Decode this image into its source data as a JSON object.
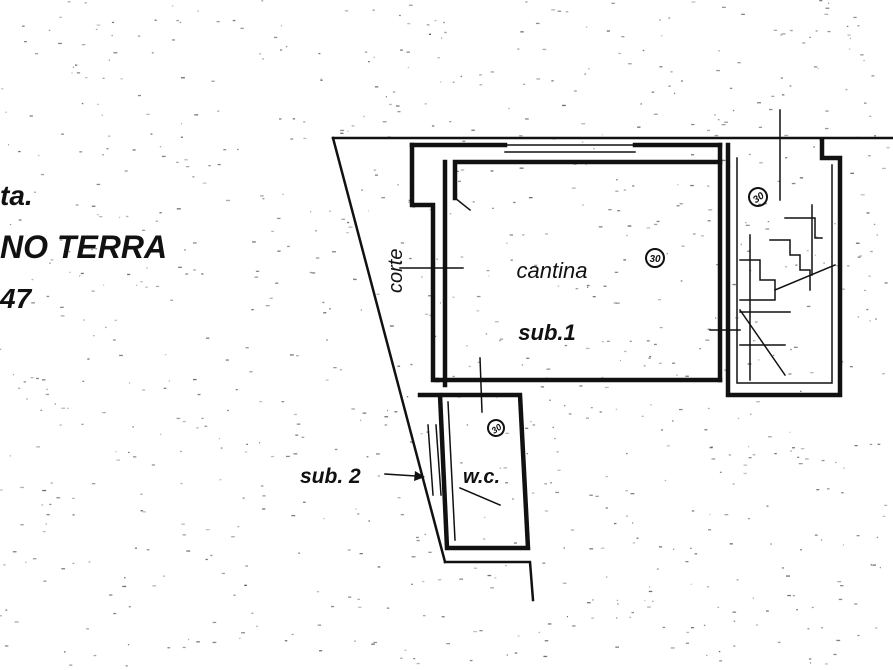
{
  "title_block": {
    "line1": "ta.",
    "line2": "NO TERRA",
    "line3": "47"
  },
  "rooms": {
    "cantina_label": "cantina",
    "sub1_label": "sub.1",
    "corte_label": "corte",
    "wc_label": "w.c.",
    "sub2_label": "sub. 2",
    "height_mark_1": "30",
    "height_mark_2": "30",
    "height_mark_3": "30"
  },
  "colors": {
    "ink": "#111111",
    "paper": "#ffffff",
    "speckle": "#555555"
  }
}
